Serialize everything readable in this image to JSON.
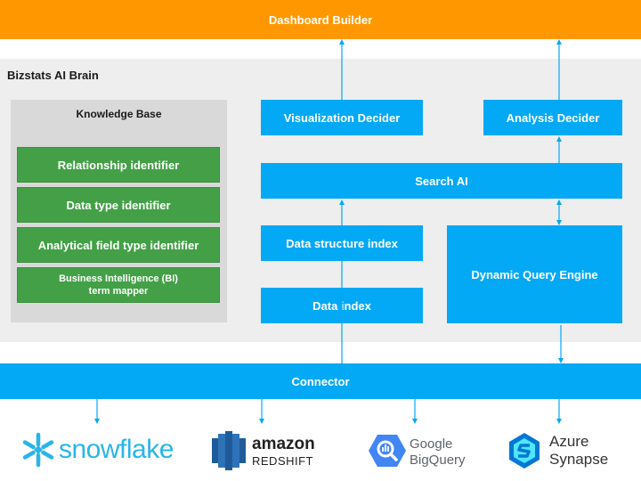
{
  "top": {
    "dashboard_builder": "Dashboard Builder"
  },
  "brain": {
    "title": "Bizstats AI Brain",
    "knowledge_base": {
      "title": "Knowledge Base",
      "items": [
        "Relationship identifier",
        "Data type identifier",
        "Analytical field type identifier",
        "Business Intelligence (BI)\nterm mapper"
      ]
    },
    "visualization_decider": "Visualization Decider",
    "analysis_decider": "Analysis Decider",
    "search_ai": "Search AI",
    "data_structure_index": "Data structure index",
    "data_index": "Data index",
    "dynamic_query_engine": "Dynamic Query Engine"
  },
  "connector": "Connector",
  "sources": {
    "snowflake": "snowflake",
    "amazon": "amazon",
    "redshift": "REDSHIFT",
    "google": "Google",
    "bigquery": "BigQuery",
    "azure": "Azure",
    "synapse": "Synapse"
  },
  "colors": {
    "blue": "#03A9F4",
    "green": "#43A047",
    "orange": "#FF9800",
    "panel": "#eeeeee",
    "kb_panel": "#d9d9d9"
  }
}
